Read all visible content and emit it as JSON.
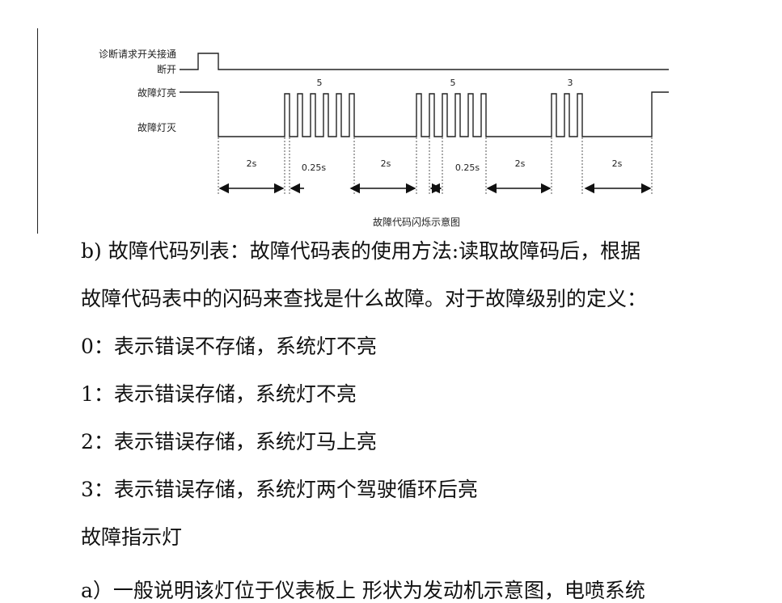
{
  "figure": {
    "signal_labels": {
      "switch_on": "诊断请求开关接通",
      "switch_off": "断开",
      "lamp_on": "故障灯亮",
      "lamp_off": "故障灯灭"
    },
    "pulse_counts": [
      "5",
      "5",
      "3"
    ],
    "intervals": [
      "2s",
      "0.25s",
      "2s",
      "0.25s",
      "2s",
      "2s"
    ],
    "caption": "故障代码闪烁示意图"
  },
  "paragraphs": [
    "b) 故障代码列表：故障代码表的使用方法:读取故障码后，根据",
    "故障代码表中的闪码来查找是什么故障。对于故障级别的定义：",
    "0：表示错误不存储，系统灯不亮",
    "1：表示错误存储，系统灯不亮",
    "2：表示错误存储，系统灯马上亮",
    "3：表示错误存储，系统灯两个驾驶循环后亮",
    "故障指示灯"
  ],
  "cut_line": "a）一般说明该灯位于仪表板上 形状为发动机示意图，电喷系统"
}
